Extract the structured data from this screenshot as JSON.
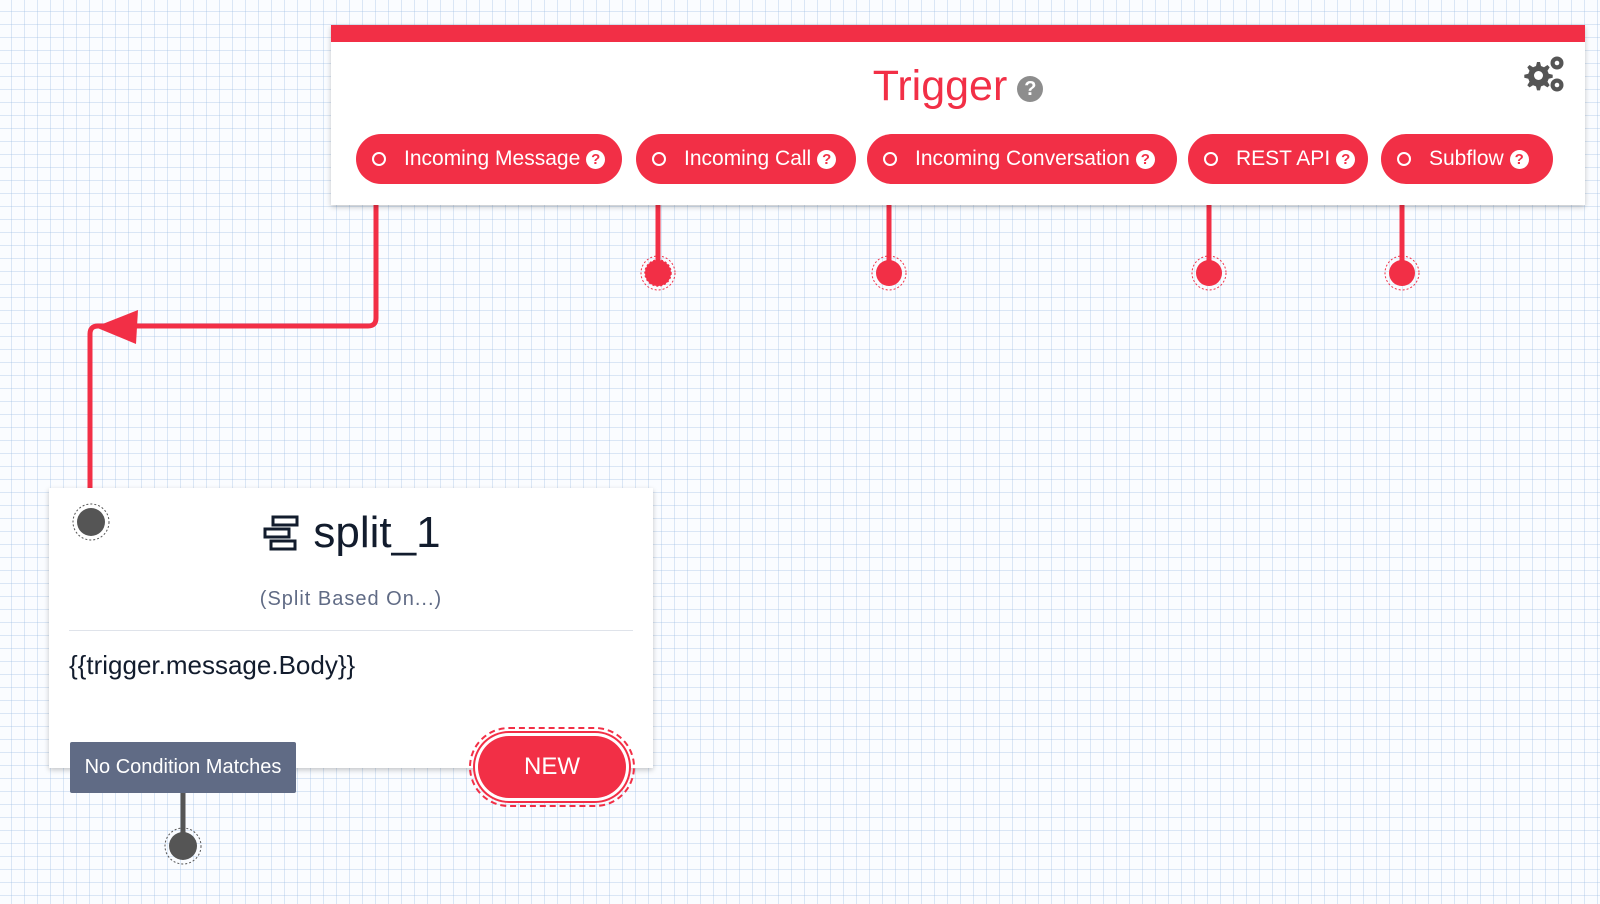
{
  "trigger": {
    "title": "Trigger",
    "help_glyph": "?",
    "settings_icon": "gears-icon",
    "pills": [
      {
        "label": "Incoming Message",
        "help_glyph": "?"
      },
      {
        "label": "Incoming Call",
        "help_glyph": "?"
      },
      {
        "label": "Incoming Conversation",
        "help_glyph": "?"
      },
      {
        "label": "REST API",
        "help_glyph": "?"
      },
      {
        "label": "Subflow",
        "help_glyph": "?"
      }
    ]
  },
  "split": {
    "icon": "split-icon",
    "name": "split_1",
    "subtitle": "(Split Based On...)",
    "expression": "{{trigger.message.Body}}",
    "no_match_label": "No Condition Matches",
    "new_label": "NEW"
  },
  "colors": {
    "accent": "#f22f46",
    "connector_gray": "#606b85",
    "canvas_grid": "#dce7f5"
  }
}
